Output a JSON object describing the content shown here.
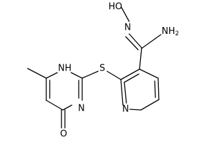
{
  "molecule": {
    "labels": {
      "hydroxyl": "HO",
      "oxime_n": "N",
      "amine_n": "NH",
      "amine_sub": "2",
      "sulfur": "S",
      "pyridine_n": "N",
      "pyrimidine_nh": "NH",
      "pyrimidine_n": "N",
      "carbonyl_o": "O"
    }
  }
}
